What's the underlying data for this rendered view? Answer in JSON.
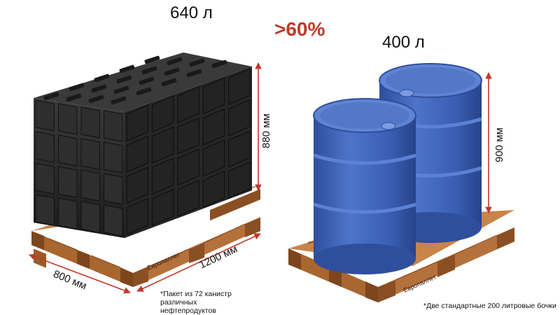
{
  "left_volume": "640 л",
  "right_volume": "400 л",
  "difference": ">60%",
  "left_height": "880 мм",
  "left_width": "800 мм",
  "left_length": "1200 мм",
  "right_height": "900 мм",
  "pallet_label_left": "Европаллет",
  "pallet_label_right": "Европаллет",
  "left_note": "*Пакет из 72 канистр различных нефтепродуктов",
  "right_note": "*Две стандартные 200 литровые бочки",
  "colors": {
    "accent": "#c0392b",
    "wood": "#b5713c",
    "wood_dark": "#8a4f22",
    "canister": "#2b2b2b",
    "barrel": "#3f63b8",
    "dimension_line": "#c0392b"
  }
}
